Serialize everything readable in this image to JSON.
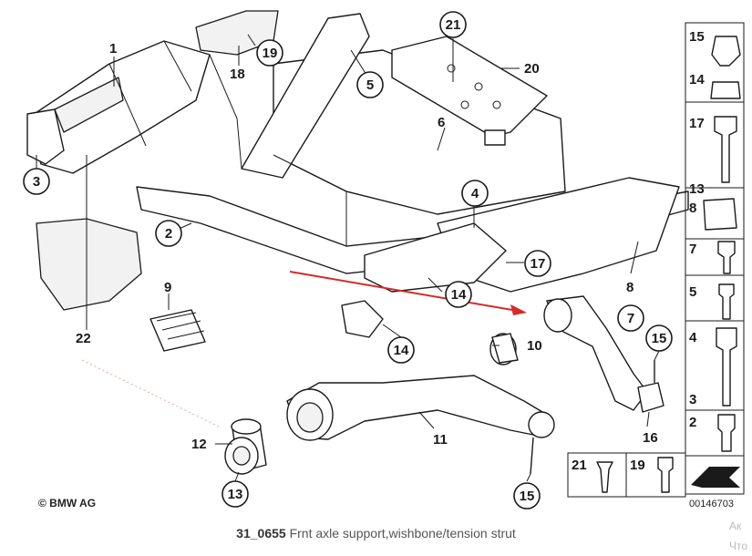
{
  "diagram": {
    "copyright": "© BMW AG",
    "drawing_number": "00146703",
    "callouts": {
      "c1": "1",
      "c2": "2",
      "c3": "3",
      "c4": "4",
      "c5": "5",
      "c6": "6",
      "c7": "7",
      "c8": "8",
      "c9": "9",
      "c10": "10",
      "c11": "11",
      "c12": "12",
      "c13": "13",
      "c14a": "14",
      "c14b": "14",
      "c15a": "15",
      "c15b": "15",
      "c16": "16",
      "c17": "17",
      "c18": "18",
      "c19": "19",
      "c20": "20",
      "c21": "21",
      "c22": "22"
    },
    "side_panel": {
      "p15": "15",
      "p14": "14",
      "p17": "17",
      "p13": "13",
      "p8": "8",
      "p7": "7",
      "p5": "5",
      "p4": "4",
      "p3": "3",
      "p2": "2",
      "p21": "21",
      "p19": "19"
    },
    "highlight_color": "#d62a2a"
  },
  "caption": {
    "code": "31_0655",
    "text": "Frnt axle support,wishbone/tension strut"
  },
  "overlay_text": {
    "line1": "Ак",
    "line2": "Что"
  }
}
